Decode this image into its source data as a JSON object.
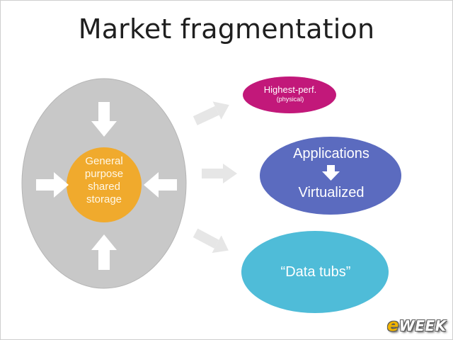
{
  "title": "Market fragmentation",
  "center": {
    "lines": [
      "General",
      "purpose",
      "shared",
      "storage"
    ]
  },
  "targets": {
    "highest_perf": {
      "label": "Highest-perf.",
      "sub": "(physical)"
    },
    "applications": {
      "top": "Applications",
      "bottom": "Virtualized"
    },
    "data_tubs": {
      "label": "“Data tubs”"
    }
  },
  "logo": {
    "prefix": "e",
    "rest": "WEEK"
  },
  "colors": {
    "outer_ellipse": "#c8c8c8",
    "center_circle": "#f0aa2d",
    "highest_perf": "#c2187a",
    "applications": "#5b6bbf",
    "data_tubs": "#4fbcd8",
    "arrow": "#e8e8e8"
  }
}
